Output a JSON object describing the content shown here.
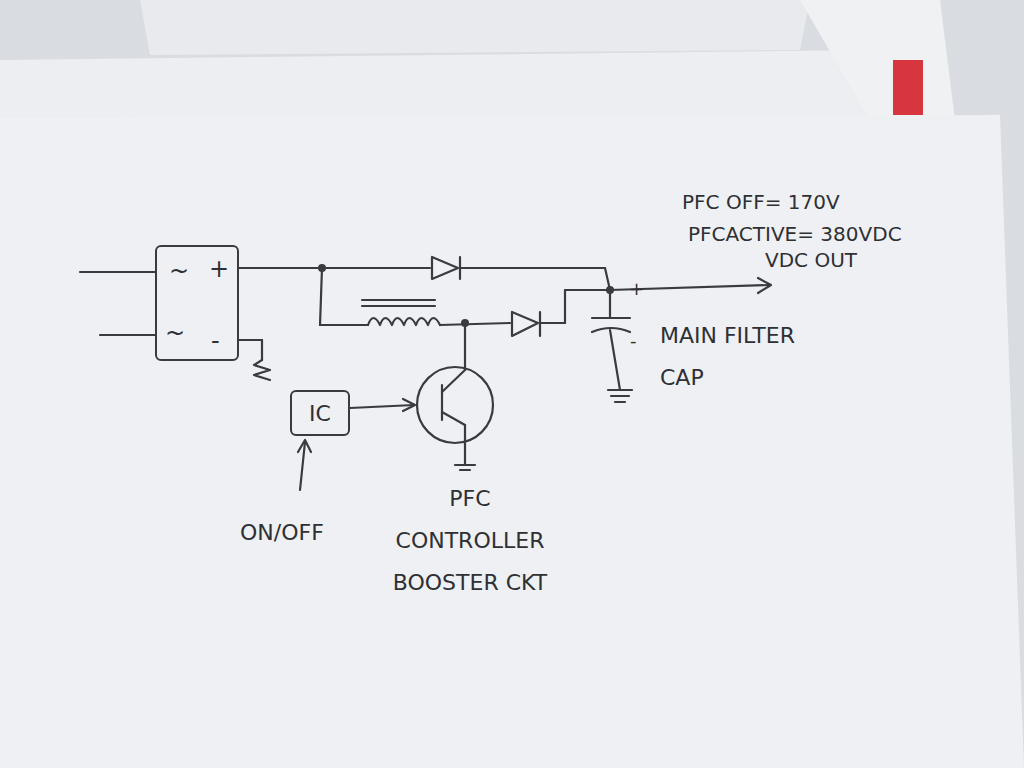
{
  "diagram": {
    "nodes": [
      {
        "text": [
          "~",
          "+",
          "~",
          "-"
        ]
      },
      {
        "text": [
          "IC"
        ]
      }
    ],
    "labels": [
      "PFC OFF= 170V",
      "PFCACTIVE= 380VDC",
      "VDC OUT",
      "MAIN FILTER CAP",
      "+",
      "-",
      "ON/OFF",
      "PFC CONTROLLER BOOSTER CKT"
    ]
  }
}
